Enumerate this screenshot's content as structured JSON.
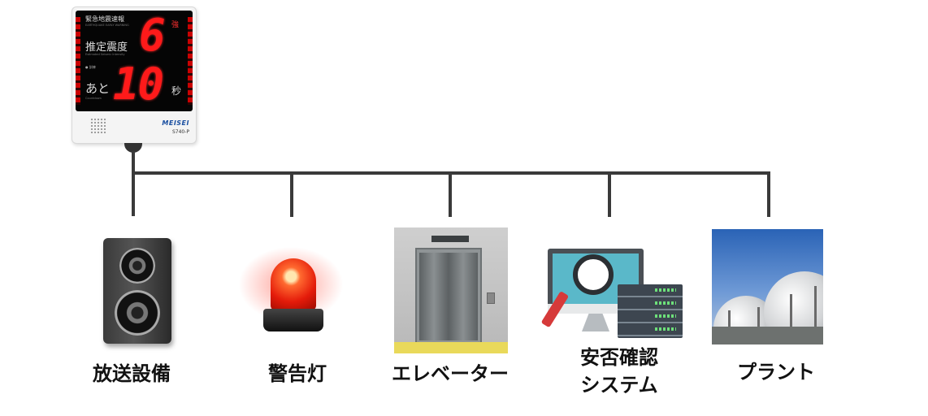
{
  "device": {
    "title": "緊急地震速報",
    "title_sub": "EARTHQUAKE EARLY WARNING",
    "intensity_label": "推定震度",
    "intensity_sub": "Estimated Seismic Intensity",
    "intensity_value": "6",
    "intensity_suffix": "強",
    "indicator_label": "● 訓練",
    "countdown_label": "あと",
    "countdown_sub": "Countdown",
    "countdown_value": "10",
    "countdown_unit": "秒",
    "brand": "MEISEI",
    "model": "S740-P"
  },
  "outputs": [
    {
      "label": "放送設備",
      "icon": "speaker-icon"
    },
    {
      "label": "警告灯",
      "icon": "warning-light-icon"
    },
    {
      "label": "エレベーター",
      "icon": "elevator-icon"
    },
    {
      "label_line1": "安否確認",
      "label_line2": "システム",
      "icon": "safety-confirmation-system-icon"
    },
    {
      "label": "プラント",
      "icon": "plant-photo"
    }
  ],
  "colors": {
    "segment_red": "#ff1a1a",
    "wire": "#3a3a3a",
    "elevator_floor": "#e9d95a"
  }
}
